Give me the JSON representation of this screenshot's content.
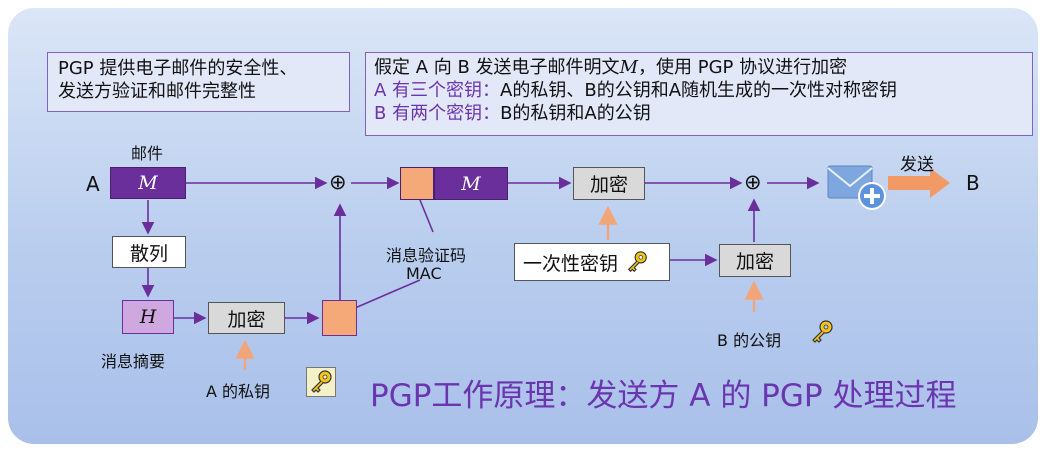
{
  "notes": {
    "left_line1": "PGP 提供电子邮件的安全性、",
    "left_line2": "发送方验证和邮件完整性",
    "right_line1": "假定 A 向 B 发送电子邮件明文",
    "right_line1_var": "M",
    "right_line1_tail": "，使用 PGP 协议进行加密",
    "right_line2_prefix": "A 有三个密钥：",
    "right_line2_body": "A的私钥、B的公钥和A随机生成的一次性对称密钥",
    "right_line3_prefix": "B 有两个密钥：",
    "right_line3_body": "B的私钥和A的公钥"
  },
  "diagram": {
    "sender": "A",
    "receiver": "B",
    "mail_label": "邮件",
    "mail_var": "M",
    "hash_label": "散列",
    "digest_var": "H",
    "digest_label": "消息摘要",
    "encrypt_label": "加密",
    "private_key_label": "A 的私钥",
    "mac_label_line1": "消息验证码",
    "mac_label_line2": "MAC",
    "combined_var": "M",
    "xor_symbol": "⊕",
    "session_key_label": "一次性密钥",
    "public_key_label": "B 的公钥",
    "send_label": "发送",
    "key_icon": "key-icon",
    "mail_icon": "send-mail-icon"
  },
  "title": "PGP工作原理：发送方 A 的 PGP 处理过程",
  "colors": {
    "purple": "#6b2f9c",
    "light_purple": "#cfa8e0",
    "orange": "#f5a878",
    "orange_arrow": "#f3a57a",
    "title": "#6b35b0",
    "note_accent": "#6b35b0"
  }
}
